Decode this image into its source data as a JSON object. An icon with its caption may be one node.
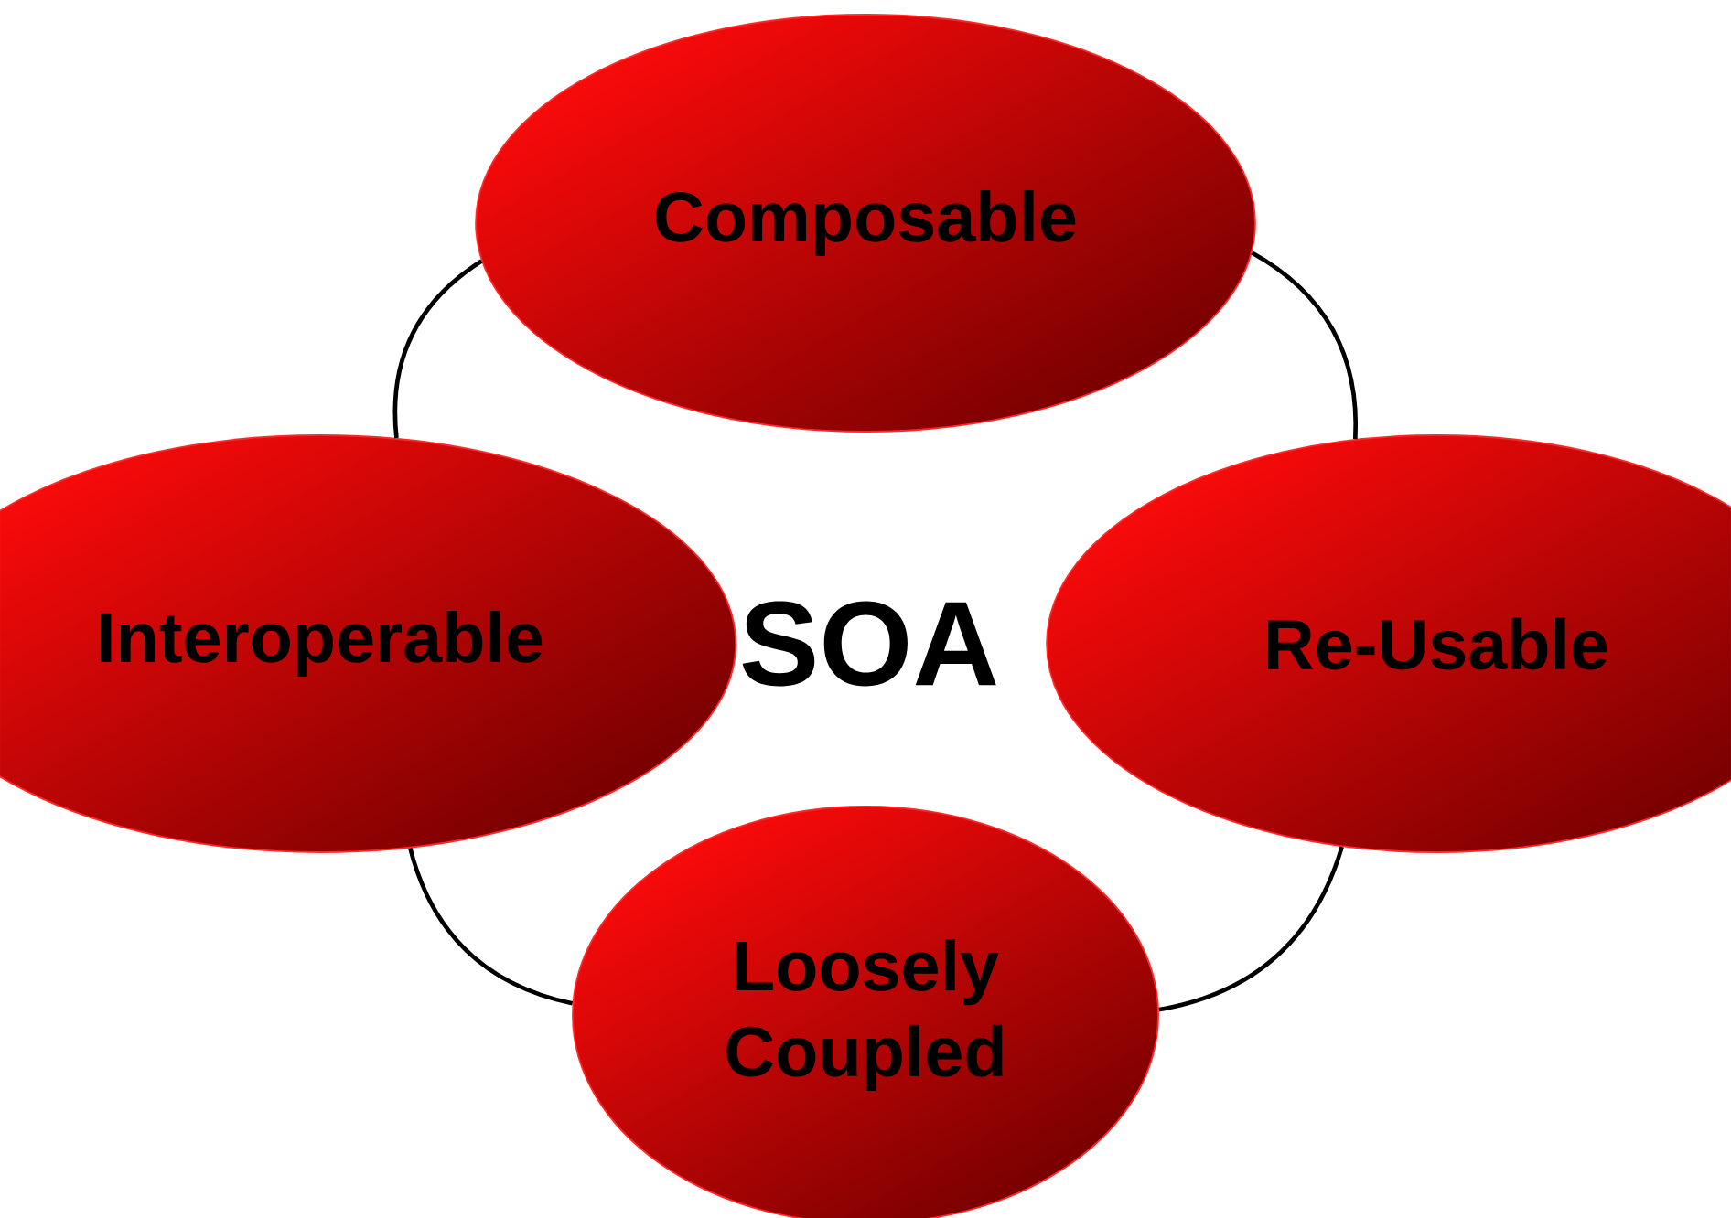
{
  "diagram": {
    "nodes": [
      {
        "text": [
          "Composable"
        ]
      },
      {
        "text": [
          "Interoperable"
        ]
      },
      {
        "text": [
          "Re-Usable"
        ]
      },
      {
        "text": [
          "Loosely Coupled"
        ]
      }
    ],
    "edges": [
      {
        "from": 0,
        "to": 2,
        "arrow": "none"
      },
      {
        "from": 2,
        "to": 3,
        "arrow": "none"
      },
      {
        "from": 3,
        "to": 1,
        "arrow": "none"
      },
      {
        "from": 1,
        "to": 0,
        "arrow": "none"
      }
    ],
    "labels": [
      "SOA"
    ]
  }
}
